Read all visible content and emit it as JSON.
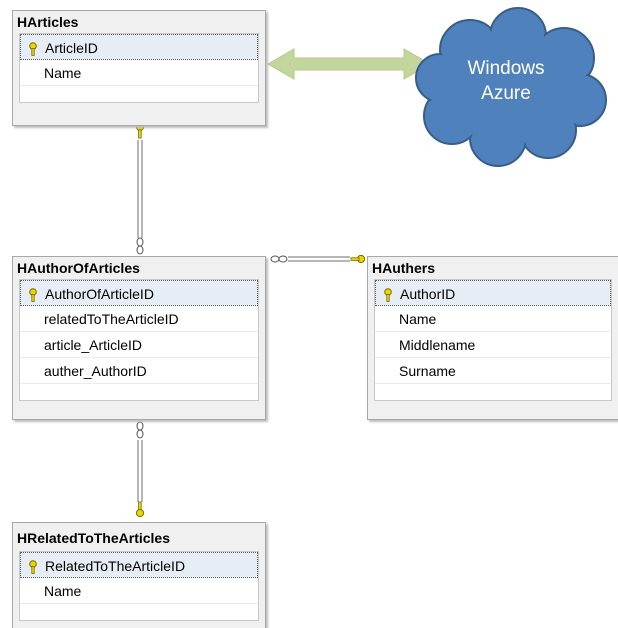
{
  "tables": {
    "harticles": {
      "title": "HArticles",
      "columns": [
        "ArticleID",
        "Name"
      ]
    },
    "hauthorofarticles": {
      "title": "HAuthorOfArticles",
      "columns": [
        "AuthorOfArticleID",
        "relatedToTheArticleID",
        "article_ArticleID",
        "auther_AuthorID"
      ]
    },
    "hauthers": {
      "title": "HAuthers",
      "columns": [
        "AuthorID",
        "Name",
        "Middlename",
        "Surname"
      ]
    },
    "hrelatedtothearticles": {
      "title": "HRelatedToTheArticles",
      "columns": [
        "RelatedToTheArticleID",
        "Name"
      ]
    }
  },
  "cloud": {
    "line1": "Windows",
    "line2": "Azure"
  },
  "colors": {
    "cloud_fill": "#4f81bd",
    "cloud_stroke": "#385d8a",
    "arrow": "#c3d69b",
    "key": "#e8d800",
    "pk_row": "#e6edf5"
  },
  "icons": {
    "primary_key": "key-icon",
    "many_end": "infinity-icon"
  }
}
